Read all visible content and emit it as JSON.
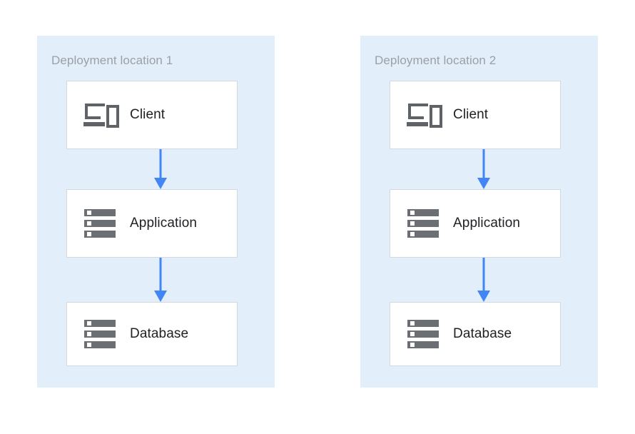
{
  "diagram": {
    "title_semantic": "two-deployment-locations-three-tier-stack",
    "colors": {
      "canvas_background": "#ffffff",
      "panel_background": "#e3eefb",
      "panel_title_text": "#9aa0a6",
      "node_background": "#ffffff",
      "node_border": "#d5d8dc",
      "node_label_text": "#202124",
      "icon_grey": "#5f6368",
      "arrow_blue": "#4285f4"
    },
    "panels": [
      {
        "id": "deployment-location-1",
        "title": "Deployment location 1",
        "nodes": [
          {
            "id": "client",
            "label": "Client",
            "icon": "devices-client-icon"
          },
          {
            "id": "application",
            "label": "Application",
            "icon": "server-stack-icon"
          },
          {
            "id": "database",
            "label": "Database",
            "icon": "server-stack-icon"
          }
        ],
        "connections": [
          {
            "from": "client",
            "to": "application",
            "direction": "down",
            "style": "solid-arrow"
          },
          {
            "from": "application",
            "to": "database",
            "direction": "down",
            "style": "solid-arrow"
          }
        ]
      },
      {
        "id": "deployment-location-2",
        "title": "Deployment location 2",
        "nodes": [
          {
            "id": "client",
            "label": "Client",
            "icon": "devices-client-icon"
          },
          {
            "id": "application",
            "label": "Application",
            "icon": "server-stack-icon"
          },
          {
            "id": "database",
            "label": "Database",
            "icon": "server-stack-icon"
          }
        ],
        "connections": [
          {
            "from": "client",
            "to": "application",
            "direction": "down",
            "style": "solid-arrow"
          },
          {
            "from": "application",
            "to": "database",
            "direction": "down",
            "style": "solid-arrow"
          }
        ]
      }
    ]
  }
}
